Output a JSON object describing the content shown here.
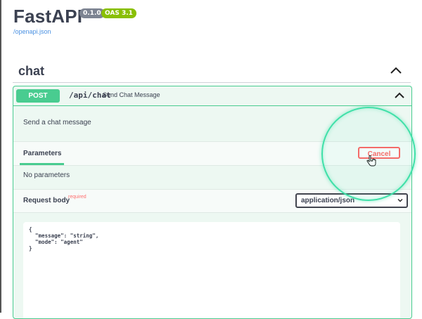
{
  "header": {
    "title": "FastAPI",
    "version_badge": "0.1.0",
    "oas_badge": "OAS 3.1",
    "spec_link": "/openapi.json"
  },
  "tag": {
    "name": "chat",
    "toggle_icon": "chevron-up-icon"
  },
  "operation": {
    "method": "POST",
    "path": "/api/chat",
    "summary": "Send Chat Message",
    "description": "Send a chat message",
    "toggle_icon": "chevron-up-icon"
  },
  "parameters": {
    "tab_label": "Parameters",
    "cancel_label": "Cancel",
    "empty_text": "No parameters"
  },
  "request_body": {
    "label": "Request body",
    "required_label": "required",
    "content_type": "application/json",
    "code_lines": [
      "{",
      "  \"message\": \"string\",",
      "  \"mode\": \"agent\"",
      "}"
    ]
  },
  "colors": {
    "post_green": "#49cc90",
    "cancel_red": "#ff6060",
    "highlight_ring": "#3fe0a8"
  }
}
